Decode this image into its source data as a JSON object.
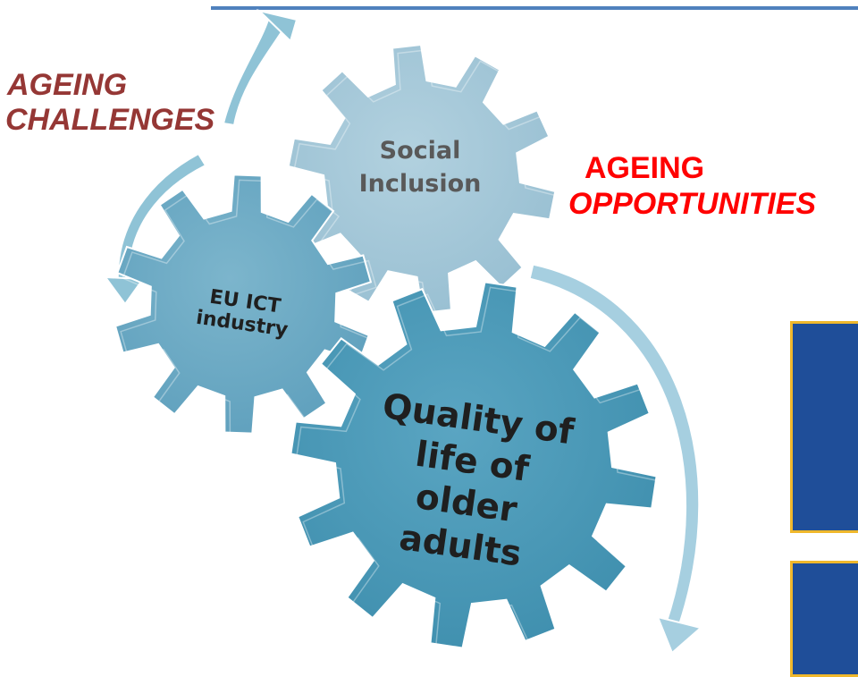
{
  "labels": {
    "challenges_line1": "AGEING",
    "challenges_line2": "CHALLENGES",
    "opportunities_line1": "AGEING",
    "opportunities_line2": "OPPORTUNITIES"
  },
  "gears": {
    "social_inclusion": {
      "line1": "Social",
      "line2": "Inclusion",
      "color": "#a8c8d8"
    },
    "eu_ict": {
      "line1": "EU ICT",
      "line2": "industry",
      "color": "#6aaac4"
    },
    "quality": {
      "line1": "Quality of",
      "line2": "life of",
      "line3": "older",
      "line4": "adults",
      "color": "#4a9ab8"
    }
  },
  "colors": {
    "challenges": "#953735",
    "opportunities": "#ff0000",
    "rule": "#4f81bd",
    "box_fill": "#1f4e99",
    "box_border": "#f0b82c",
    "arrow": "#8fc3d6"
  }
}
